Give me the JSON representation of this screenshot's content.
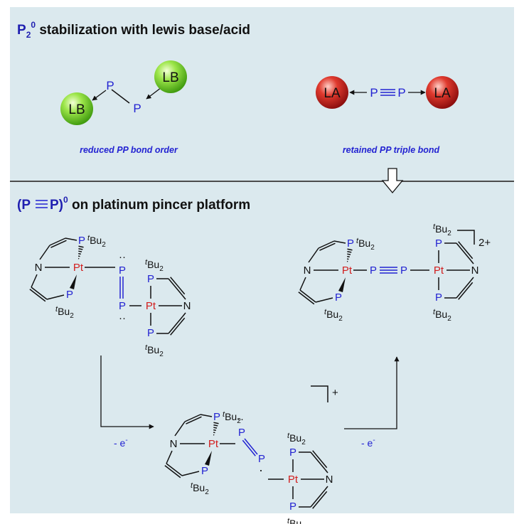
{
  "colors": {
    "panel_bg": "#dbe9ee",
    "heading": "#1f1fb0",
    "caption": "#2323d2",
    "phosphorus": "#2323d2",
    "platinum": "#d21e1e",
    "lewis_base": "#7fdc2a",
    "lewis_acid": "#d42020"
  },
  "top_section": {
    "heading_main": "P",
    "heading_sub": "2",
    "heading_sup": "0",
    "heading_rest": " stabilization with lewis base/acid",
    "left": {
      "lb_label": "LB",
      "p_label": "P",
      "caption": "reduced PP bond order"
    },
    "right": {
      "la_label": "LA",
      "p_label": "P",
      "caption": "retained PP triple bond"
    }
  },
  "bottom_section": {
    "heading_open": "(P",
    "heading_close": "P)",
    "heading_sup": "0",
    "heading_rest": " on platinum pincer platform",
    "atoms": {
      "p": "P",
      "pt": "Pt",
      "n": "N",
      "t": "t",
      "bu": "Bu",
      "bu_sub": "2",
      "lone_pair": "··",
      "radical": "·"
    },
    "charge_plus": "+",
    "charge_2plus": "2+",
    "step1_label": "- e",
    "step2_label": "- e",
    "electron_sup": "-"
  }
}
